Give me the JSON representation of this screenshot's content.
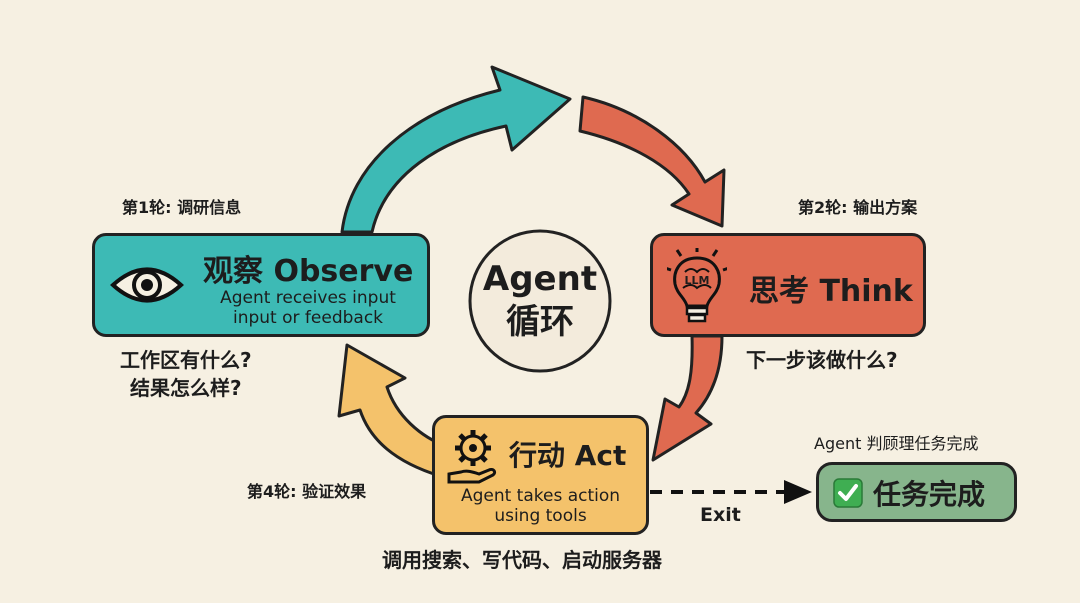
{
  "center": {
    "line1": "Agent",
    "line2": "循环"
  },
  "observe": {
    "round": "第1轮: 调研信息",
    "title": "观察 Observe",
    "sub1": "Agent receives input",
    "sub2": "input or feedback",
    "q1": "工作区有什么?",
    "q2": "结果怎么样?",
    "icon": "eye-icon",
    "color": "#3dbab5"
  },
  "think": {
    "round": "第2轮: 输出方案",
    "title": "思考 Think",
    "icon_text": "LLM",
    "q": "下一步该做什么?",
    "icon": "brain-lightbulb-icon",
    "color": "#df6a50"
  },
  "act": {
    "round": "第4轮: 验证效果",
    "title": "行动 Act",
    "sub1": "Agent takes action",
    "sub2": "using tools",
    "tools": "调用搜索、写代码、启动服务器",
    "icon": "gear-hand-icon",
    "color": "#f4c26b"
  },
  "done": {
    "label": "Agent 判顾理任务完成",
    "title": "任务完成",
    "exit": "Exit",
    "icon": "check-icon",
    "color": "#87b58c"
  }
}
